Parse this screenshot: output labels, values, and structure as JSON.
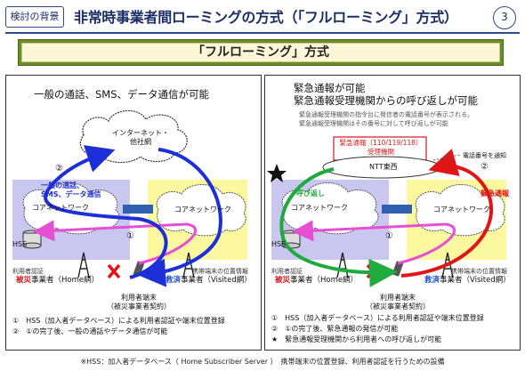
{
  "header": {
    "tag": "検討の背景",
    "title": "非常時事業者間ローミングの方式（「フルローミング」方式）",
    "page_number": "3"
  },
  "banner": "「フルローミング」方式",
  "left": {
    "heading": "一般の通話、SMS、データ通信が可能",
    "internet": "インターネット・\n他社網",
    "internet_l1": "インターネット・",
    "internet_l2": "他社網",
    "traffic_l1": "一般の通話、",
    "traffic_l2": "SMS、データ通信",
    "core_left": "コアネットワーク",
    "core_right": "コアネットワーク",
    "hss": "HSS",
    "step1": "①",
    "step2": "②",
    "auth_label": "利用者認証",
    "location_label": "携帯端末の位置情報",
    "disaster_carrier_red": "被災",
    "disaster_carrier": "事業者（Home網）",
    "rescue_carrier_blue": "救済",
    "rescue_carrier": "事業者（Visited網）",
    "terminal_l1": "利用者端末",
    "terminal_l2": "（被災事業者契約）",
    "note1": "①　HSS（加入者データベース）による利用者認証や端末位置登録",
    "note2": "②　①の完了後、一般の通話やデータ通信が可能"
  },
  "right": {
    "heading_l1": "緊急通報が可能",
    "heading_l2": "緊急通報受理機関からの呼び返しが可能",
    "sub_l1": "緊急通報受理機関の指令台に発信者の電話番号が表示される。",
    "sub_l2": "緊急通報受理機関はその番号に対して呼び返しが可能",
    "emergency_l1": "緊急通報（110/119/118）",
    "emergency_l2": "受理機関",
    "notify": "電話番号を通知",
    "ntt": "NTT東西",
    "callback": "呼び返し",
    "emergency_call": "緊急通報",
    "core_left": "コアネットワーク",
    "core_right": "コアネットワーク",
    "hss": "HSS",
    "step1": "①",
    "step2": "②",
    "auth_label": "利用者認証",
    "location_label": "携帯端末の位置情報",
    "disaster_carrier_red": "被災",
    "disaster_carrier": "事業者（Home網）",
    "rescue_carrier_blue": "救済",
    "rescue_carrier": "事業者（Visited網）",
    "terminal_l1": "利用者端末",
    "terminal_l2": "（被災事業者契約）",
    "note1": "①　HSS（加入者データベース）による利用者認証や端末位置登録",
    "note2": "②　①の完了後、緊急通報の発信が可能",
    "note3": "★　緊急通報受理機関から利用者への呼び返しが可能"
  },
  "footnote": "※HSS：加入者データベース（ Home Subscriber Server ）　携帯端末の位置登録、利用者認証を行うための設備",
  "colors": {
    "navy": "#1b2f66",
    "banner_green": "#6b8e23",
    "core_left_fill": "#c9c6f0",
    "core_right_fill": "#fbf8a0",
    "arrow_blue": "#1d2fd6",
    "arrow_green": "#1eaa3c",
    "arrow_red": "#e01515",
    "arrow_pink": "#e64fd4",
    "red_text": "#d9141a",
    "blue_text": "#1d4fd6"
  },
  "icons": [
    "cloud-icon",
    "antenna-icon",
    "phone-icon",
    "x-mark-icon",
    "star-icon",
    "database-icon"
  ]
}
